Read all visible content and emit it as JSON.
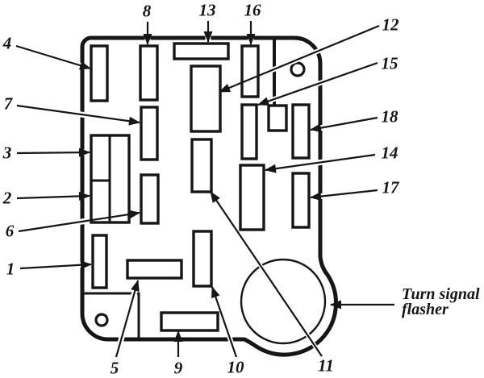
{
  "page": {
    "background_color": "#ffffff",
    "ink_color": "#161616",
    "description_type": "fuse-box-diagram"
  },
  "diagram": {
    "callout_numbers": {
      "n1": "1",
      "n2": "2",
      "n3": "3",
      "n4": "4",
      "n5": "5",
      "n6": "6",
      "n7": "7",
      "n8": "8",
      "n9": "9",
      "n10": "10",
      "n11": "11",
      "n12": "12",
      "n13": "13",
      "n14": "14",
      "n15": "15",
      "n16": "16",
      "n17": "17",
      "n18": "18"
    },
    "annotations": {
      "turn_signal_line1": "Turn signal",
      "turn_signal_line2": "flasher"
    }
  }
}
